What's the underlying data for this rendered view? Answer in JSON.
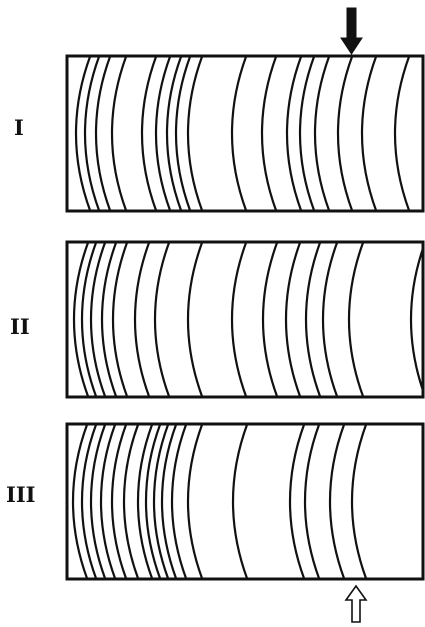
{
  "rows": [
    {
      "label": "I"
    },
    {
      "label": "II"
    },
    {
      "label": "III"
    }
  ],
  "colors": {
    "stroke": "#111111",
    "background": "#ffffff",
    "hollow_arrow_fill": "#ffffff"
  },
  "markers": {
    "top_arrow": {
      "style": "solid",
      "direction": "down",
      "points_to_row": "I"
    },
    "bottom_arrow": {
      "style": "hollow",
      "direction": "up",
      "points_to_row": "III"
    }
  }
}
